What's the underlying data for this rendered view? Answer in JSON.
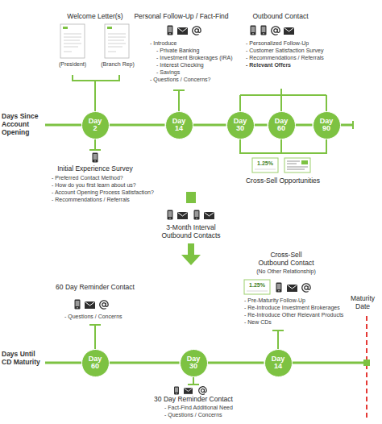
{
  "diagram": {
    "nodes": [
      {
        "text": [
          "Day 2"
        ]
      },
      {
        "text": [
          "Day 14"
        ]
      },
      {
        "text": [
          "Day 30"
        ]
      },
      {
        "text": [
          "Day 60"
        ]
      },
      {
        "text": [
          "Day 90"
        ]
      },
      {
        "text": [
          "Day 60"
        ]
      },
      {
        "text": [
          "Day 30"
        ]
      },
      {
        "text": [
          "Day 14"
        ]
      }
    ],
    "edges": [
      {
        "from": 0,
        "to": 1,
        "arrow": "none"
      },
      {
        "from": 1,
        "to": 2,
        "arrow": "none"
      },
      {
        "from": 2,
        "to": 3,
        "arrow": "none"
      },
      {
        "from": 3,
        "to": 4,
        "arrow": "none"
      },
      {
        "from": 5,
        "to": 6,
        "arrow": "none"
      },
      {
        "from": 6,
        "to": 7,
        "arrow": "none"
      }
    ],
    "labels": [
      "Welcome Letter(s)",
      "(President)",
      "(Branch Rep)",
      "Days Since Account Opening",
      "Initial Experience Survey",
      "- Preferred Contact Method?",
      "- How do you first learn about us?",
      "- Account Opening Process Satisfaction?",
      "- Recommendations / Referrals",
      "Personal Follow-Up / Fact-Find",
      "- Introduce",
      "- Private Banking",
      "- Investment Brokerages (IRA)",
      "- Interest Checking",
      "- Savings",
      "- Questions / Concerns?",
      "Outbound Contact",
      "- Personalized Follow-Up",
      "- Customer Satisfaction Survey",
      "- Recommendations / Referrals",
      "- Relevant Offers",
      "1.25%",
      "Cross-Sell Opportunities",
      "3-Month Interval Outbound Contacts",
      "Days Until CD Maturity",
      "60 Day Reminder Contact",
      "- Questions / Concerns",
      "30 Day Reminder Contact",
      "- Fact-Find Additional Need",
      "- Questions / Concerns",
      "Cross-Sell Outbound Contact",
      "(No Other Relationship)",
      "1.25%",
      "- Pre-Maturity Follow-Up",
      "- Re-Introduce Investment Brokerages",
      "- Re-Introduce Other Relevant Products",
      "- New CDs",
      "Maturity Date"
    ]
  }
}
